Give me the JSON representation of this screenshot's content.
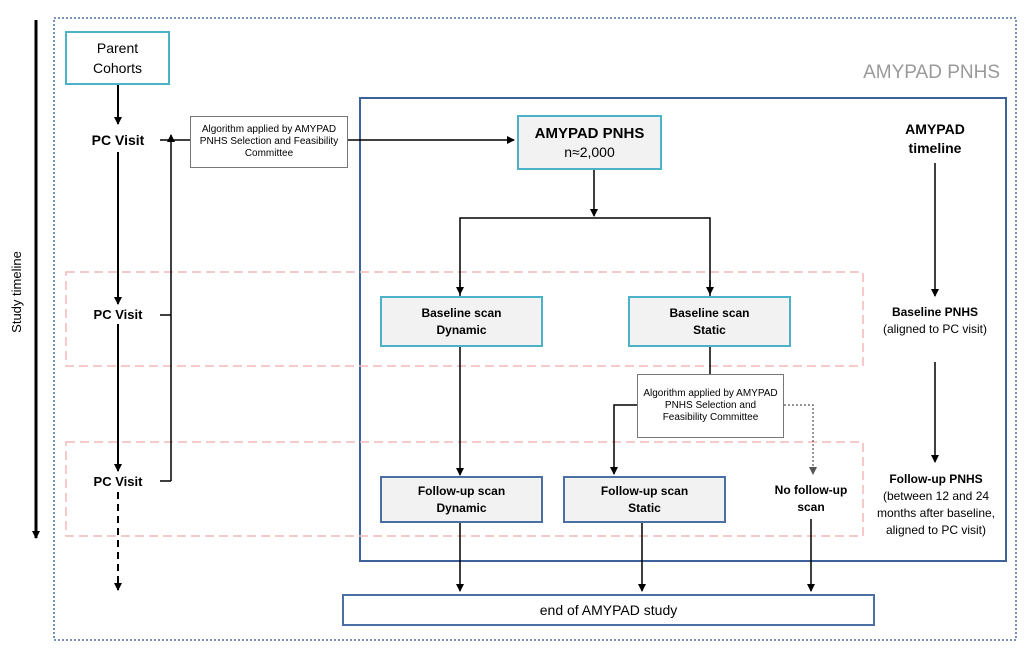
{
  "title": "AMYPAD PNHS",
  "study_timeline_label": "Study timeline",
  "amypad_timeline": "AMYPAD timeline",
  "parent_cohorts": "Parent Cohorts",
  "pc_visits": [
    "PC Visit",
    "PC Visit",
    "PC Visit"
  ],
  "algorithm_note_1": "Algorithm applied by AMYPAD PNHS  Selection and Feasibility Committee",
  "algorithm_note_2": "Algorithm applied by AMYPAD PNHS Selection and Feasibility Committee",
  "main_box": {
    "title": "AMYPAD PNHS",
    "subtitle": "n≈2,000"
  },
  "baseline_dynamic": {
    "line1": "Baseline scan",
    "line2": "Dynamic"
  },
  "baseline_static": {
    "line1": "Baseline scan",
    "line2": "Static"
  },
  "followup_dynamic": {
    "line1": "Follow-up scan",
    "line2": "Dynamic"
  },
  "followup_static": {
    "line1": "Follow-up scan",
    "line2": "Static"
  },
  "no_followup": {
    "line1": "No follow-up",
    "line2": "scan"
  },
  "baseline_pnhs": {
    "title": "Baseline PNHS",
    "desc": "(aligned to PC visit)"
  },
  "followup_pnhs": {
    "title": "Follow-up PNHS",
    "desc": "(between 12 and 24 months after baseline, aligned to PC visit)"
  },
  "end_box": "end of AMYPAD study",
  "colors": {
    "teal": "#4bb2c8",
    "navy": "#4a6fa5",
    "pink_dash": "#f4b8b8",
    "gray_title": "#9a9a9a"
  }
}
